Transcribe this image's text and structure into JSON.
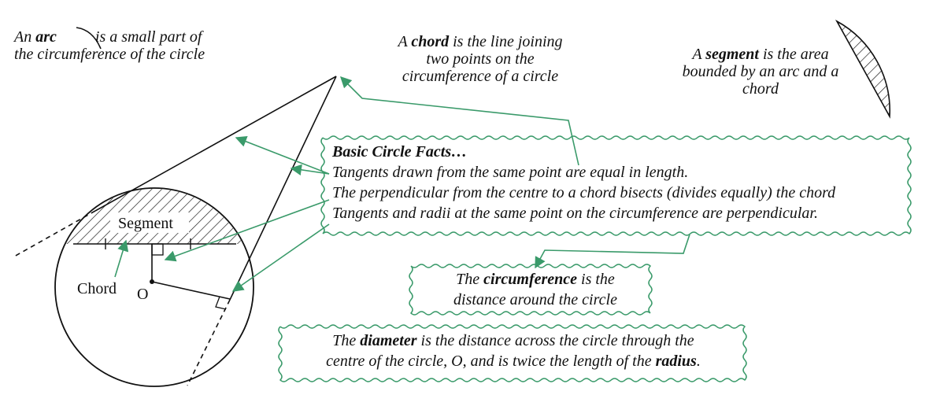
{
  "arc_note": {
    "pre": "An ",
    "term": "arc",
    "post": " is a small part of",
    "line2": "the circumference of the circle"
  },
  "chord_note": {
    "pre": "A ",
    "term": "chord",
    "post": " is the line joining",
    "line2": "two points on the",
    "line3": "circumference of a circle"
  },
  "segment_note": {
    "pre": "A ",
    "term": "segment",
    "post": " is the area",
    "line2": "bounded by an arc and a",
    "line3": "chord"
  },
  "facts": {
    "title": "Basic Circle Facts…",
    "items": [
      "Tangents drawn from the same point are equal in length.",
      "The perpendicular from the centre to a chord bisects (divides equally) the chord",
      "Tangents and radii at the same point on the circumference are perpendicular."
    ]
  },
  "circumference_note": {
    "pre": "The ",
    "term": "circumference",
    "post": " is the",
    "line2": "distance around the circle"
  },
  "diameter_note": {
    "pre": "The ",
    "term": "diameter",
    "post": " is the distance across the circle through the",
    "line2_pre": "centre of the circle, O, and is twice the length of the ",
    "line2_term": "radius",
    "line2_post": "."
  },
  "labels": {
    "segment": "Segment",
    "chord": "Chord",
    "centre": "O"
  },
  "colors": {
    "ink": "#111111",
    "arrow": "#3a9a6a",
    "box_border": "#3a9a6a"
  }
}
